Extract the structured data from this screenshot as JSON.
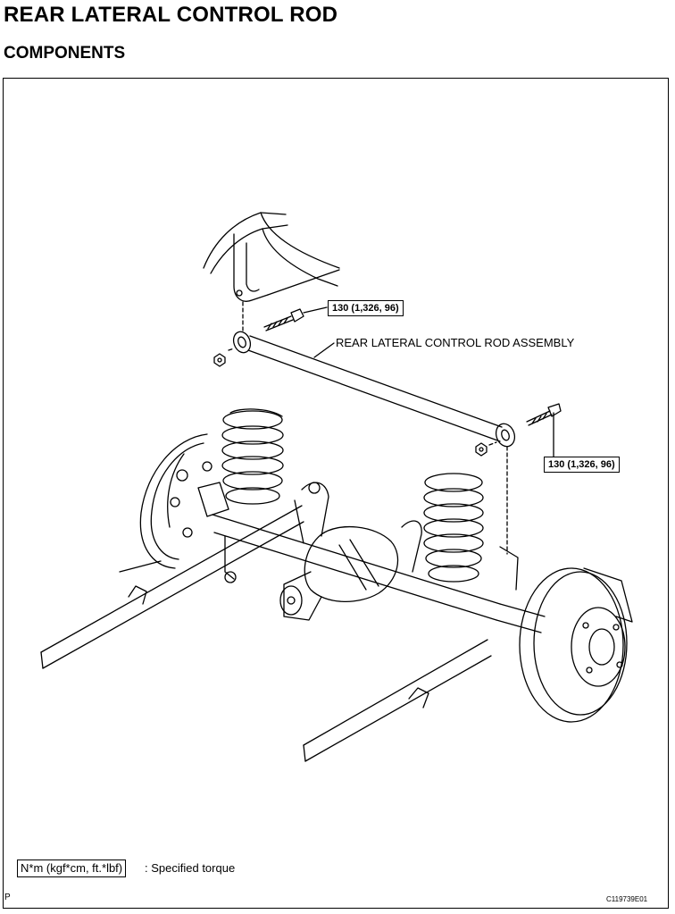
{
  "header": {
    "title": "REAR LATERAL CONTROL ROD",
    "subtitle": "COMPONENTS"
  },
  "diagram": {
    "part_label": "REAR LATERAL CONTROL ROD ASSEMBLY",
    "torque_callouts": [
      "130 (1,326, 96)",
      "130 (1,326, 96)"
    ]
  },
  "legend": {
    "unit_box": "N*m (kgf*cm, ft.*lbf)",
    "description": ": Specified torque"
  },
  "footer": {
    "page_marker": "P",
    "figure_code": "C119739E01"
  }
}
